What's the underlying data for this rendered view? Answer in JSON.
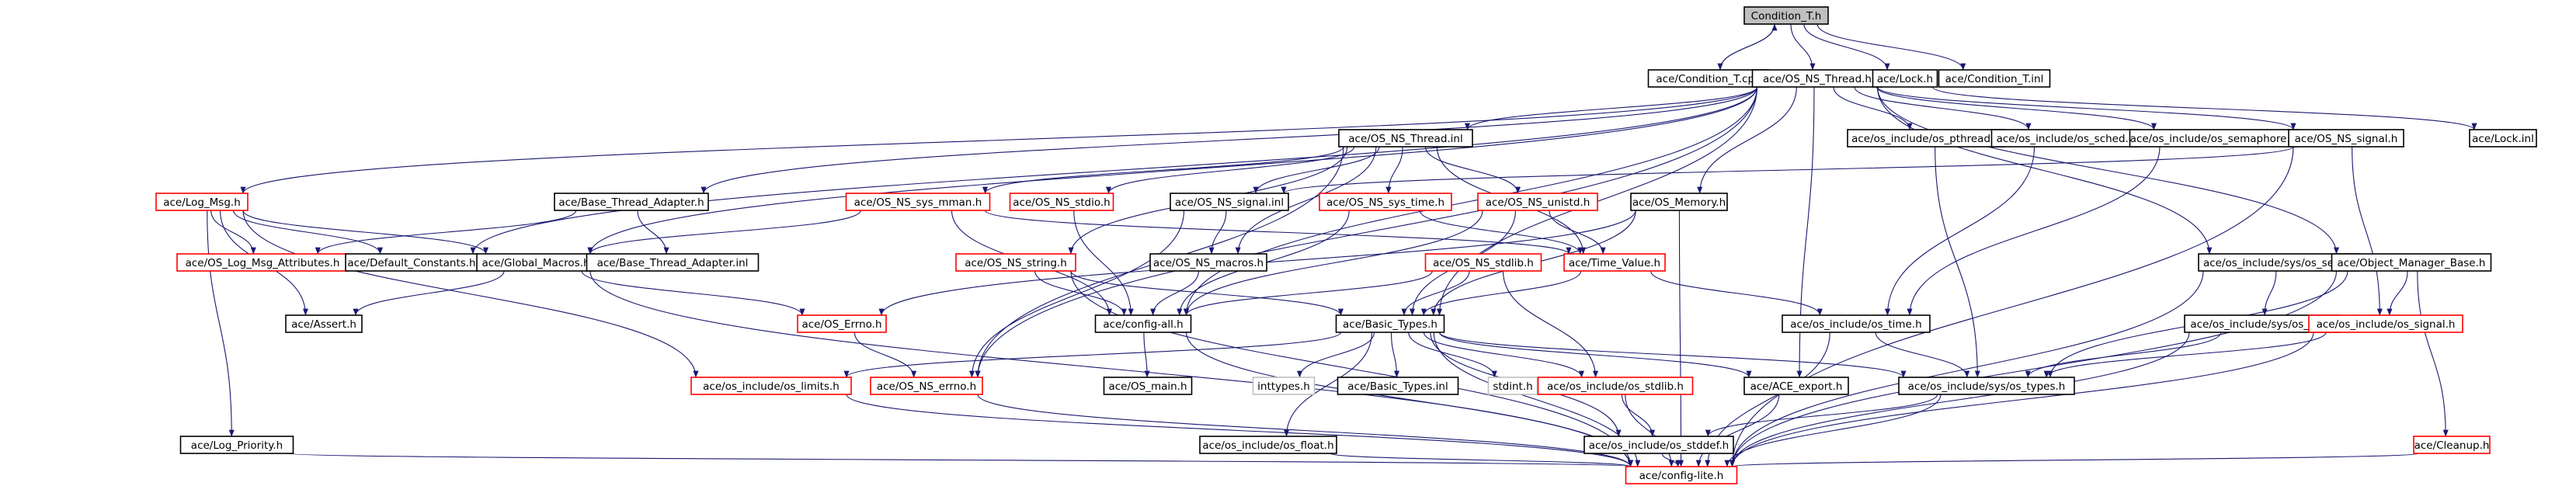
{
  "colors": {
    "edge": "#191970",
    "normal_border": "#000000",
    "missing_border": "#ff0000",
    "root_fill": "#bfbfbf",
    "node_fill": "#ffffff",
    "light_border": "#bfbfbf"
  },
  "nodes": [
    {
      "id": "root",
      "label": "Condition_T.h",
      "style": "root"
    },
    {
      "id": "cond_cpp",
      "label": "ace/Condition_T.cpp",
      "style": "normal"
    },
    {
      "id": "osns_thread_h",
      "label": "ace/OS_NS_Thread.h",
      "style": "normal"
    },
    {
      "id": "lock_h",
      "label": "ace/Lock.h",
      "style": "normal"
    },
    {
      "id": "cond_inl",
      "label": "ace/Condition_T.inl",
      "style": "normal"
    },
    {
      "id": "osns_thread_inl",
      "label": "ace/OS_NS_Thread.inl",
      "style": "normal"
    },
    {
      "id": "pthread",
      "label": "ace/os_include/os_pthread.h",
      "style": "normal"
    },
    {
      "id": "sched",
      "label": "ace/os_include/os_sched.h",
      "style": "normal"
    },
    {
      "id": "semaphore",
      "label": "ace/os_include/os_semaphore.h",
      "style": "normal"
    },
    {
      "id": "osns_signal_h",
      "label": "ace/OS_NS_signal.h",
      "style": "normal"
    },
    {
      "id": "lock_inl",
      "label": "ace/Lock.inl",
      "style": "normal"
    },
    {
      "id": "log_msg",
      "label": "ace/Log_Msg.h",
      "style": "missing"
    },
    {
      "id": "base_thread",
      "label": "ace/Base_Thread_Adapter.h",
      "style": "normal"
    },
    {
      "id": "sys_mman",
      "label": "ace/OS_NS_sys_mman.h",
      "style": "missing"
    },
    {
      "id": "stdio",
      "label": "ace/OS_NS_stdio.h",
      "style": "missing"
    },
    {
      "id": "signal_inl",
      "label": "ace/OS_NS_signal.inl",
      "style": "normal"
    },
    {
      "id": "sys_time",
      "label": "ace/OS_NS_sys_time.h",
      "style": "missing"
    },
    {
      "id": "unistd",
      "label": "ace/OS_NS_unistd.h",
      "style": "missing"
    },
    {
      "id": "os_memory",
      "label": "ace/OS_Memory.h",
      "style": "normal"
    },
    {
      "id": "sys_sem",
      "label": "ace/os_include/sys/os_sem.h",
      "style": "normal"
    },
    {
      "id": "obj_mgr",
      "label": "ace/Object_Manager_Base.h",
      "style": "normal"
    },
    {
      "id": "log_msg_attr",
      "label": "ace/OS_Log_Msg_Attributes.h",
      "style": "missing"
    },
    {
      "id": "default_const",
      "label": "ace/Default_Constants.h",
      "style": "normal"
    },
    {
      "id": "global_macros",
      "label": "ace/Global_Macros.h",
      "style": "normal"
    },
    {
      "id": "base_thread_inl",
      "label": "ace/Base_Thread_Adapter.inl",
      "style": "normal"
    },
    {
      "id": "ns_string",
      "label": "ace/OS_NS_string.h",
      "style": "missing"
    },
    {
      "id": "ns_macros",
      "label": "ace/OS_NS_macros.h",
      "style": "normal"
    },
    {
      "id": "stdlib_ns",
      "label": "ace/OS_NS_stdlib.h",
      "style": "missing"
    },
    {
      "id": "time_value",
      "label": "ace/Time_Value.h",
      "style": "missing"
    },
    {
      "id": "sys_ipc",
      "label": "ace/os_include/sys/os_ipc.h",
      "style": "normal"
    },
    {
      "id": "os_signal",
      "label": "ace/os_include/os_signal.h",
      "style": "missing"
    },
    {
      "id": "assert",
      "label": "ace/Assert.h",
      "style": "normal"
    },
    {
      "id": "os_errno",
      "label": "ace/OS_Errno.h",
      "style": "missing"
    },
    {
      "id": "config_all",
      "label": "ace/config-all.h",
      "style": "normal"
    },
    {
      "id": "basic_types",
      "label": "ace/Basic_Types.h",
      "style": "normal"
    },
    {
      "id": "os_time",
      "label": "ace/os_include/os_time.h",
      "style": "normal"
    },
    {
      "id": "os_limits",
      "label": "ace/os_include/os_limits.h",
      "style": "missing"
    },
    {
      "id": "ns_errno",
      "label": "ace/OS_NS_errno.h",
      "style": "missing"
    },
    {
      "id": "os_main",
      "label": "ace/OS_main.h",
      "style": "normal"
    },
    {
      "id": "inttypes",
      "label": "inttypes.h",
      "style": "light"
    },
    {
      "id": "basic_types_inl",
      "label": "ace/Basic_Types.inl",
      "style": "normal"
    },
    {
      "id": "stdint",
      "label": "stdint.h",
      "style": "light"
    },
    {
      "id": "os_stdlib",
      "label": "ace/os_include/os_stdlib.h",
      "style": "missing"
    },
    {
      "id": "ace_export",
      "label": "ace/ACE_export.h",
      "style": "normal"
    },
    {
      "id": "sys_types",
      "label": "ace/os_include/sys/os_types.h",
      "style": "normal"
    },
    {
      "id": "log_priority",
      "label": "ace/Log_Priority.h",
      "style": "normal"
    },
    {
      "id": "os_float",
      "label": "ace/os_include/os_float.h",
      "style": "normal"
    },
    {
      "id": "os_stddef",
      "label": "ace/os_include/os_stddef.h",
      "style": "normal"
    },
    {
      "id": "cleanup",
      "label": "ace/Cleanup.h",
      "style": "missing"
    },
    {
      "id": "config_lite",
      "label": "ace/config-lite.h",
      "style": "missing"
    }
  ],
  "edges": [
    [
      "root",
      "cond_cpp"
    ],
    [
      "cond_cpp",
      "root"
    ],
    [
      "root",
      "osns_thread_h"
    ],
    [
      "root",
      "lock_h"
    ],
    [
      "root",
      "cond_inl"
    ],
    [
      "lock_h",
      "lock_inl"
    ],
    [
      "osns_thread_h",
      "osns_thread_inl"
    ],
    [
      "osns_thread_h",
      "pthread"
    ],
    [
      "osns_thread_h",
      "sched"
    ],
    [
      "osns_thread_h",
      "semaphore"
    ],
    [
      "osns_thread_h",
      "osns_signal_h"
    ],
    [
      "osns_thread_h",
      "log_msg"
    ],
    [
      "osns_thread_h",
      "base_thread"
    ],
    [
      "osns_thread_h",
      "os_memory"
    ],
    [
      "osns_thread_h",
      "sys_sem"
    ],
    [
      "osns_thread_h",
      "obj_mgr"
    ],
    [
      "osns_thread_h",
      "global_macros"
    ],
    [
      "osns_thread_h",
      "default_const"
    ],
    [
      "osns_thread_h",
      "config_all"
    ],
    [
      "osns_thread_h",
      "basic_types"
    ],
    [
      "osns_thread_h",
      "ace_export"
    ],
    [
      "osns_thread_h",
      "ns_errno"
    ],
    [
      "osns_thread_inl",
      "sys_mman"
    ],
    [
      "osns_thread_inl",
      "stdio"
    ],
    [
      "osns_thread_inl",
      "signal_inl"
    ],
    [
      "osns_thread_inl",
      "sys_time"
    ],
    [
      "osns_thread_inl",
      "unistd"
    ],
    [
      "osns_thread_inl",
      "ns_string"
    ],
    [
      "osns_thread_inl",
      "ns_macros"
    ],
    [
      "osns_thread_inl",
      "ns_errno"
    ],
    [
      "osns_thread_inl",
      "time_value"
    ],
    [
      "osns_signal_h",
      "signal_inl"
    ],
    [
      "osns_signal_h",
      "os_signal"
    ],
    [
      "osns_signal_h",
      "config_lite"
    ],
    [
      "log_msg",
      "log_msg_attr"
    ],
    [
      "log_msg",
      "default_const"
    ],
    [
      "log_msg",
      "global_macros"
    ],
    [
      "log_msg",
      "assert"
    ],
    [
      "log_msg",
      "log_priority"
    ],
    [
      "log_msg",
      "os_limits"
    ],
    [
      "base_thread",
      "log_msg_attr"
    ],
    [
      "base_thread",
      "base_thread_inl"
    ],
    [
      "sys_mman",
      "global_macros"
    ],
    [
      "sys_mman",
      "time_value"
    ],
    [
      "sys_mman",
      "config_all"
    ],
    [
      "stdio",
      "config_all"
    ],
    [
      "signal_inl",
      "ns_macros"
    ],
    [
      "signal_inl",
      "ns_errno"
    ],
    [
      "sys_time",
      "time_value"
    ],
    [
      "sys_time",
      "config_all"
    ],
    [
      "unistd",
      "time_value"
    ],
    [
      "unistd",
      "basic_types"
    ],
    [
      "unistd",
      "config_all"
    ],
    [
      "os_memory",
      "os_errno"
    ],
    [
      "os_memory",
      "basic_types"
    ],
    [
      "os_memory",
      "config_lite"
    ],
    [
      "sys_sem",
      "sys_ipc"
    ],
    [
      "sys_sem",
      "config_lite"
    ],
    [
      "semaphore",
      "os_time"
    ],
    [
      "sched",
      "os_time"
    ],
    [
      "pthread",
      "sys_types"
    ],
    [
      "obj_mgr",
      "os_signal"
    ],
    [
      "obj_mgr",
      "sys_types"
    ],
    [
      "obj_mgr",
      "cleanup"
    ],
    [
      "obj_mgr",
      "config_lite"
    ],
    [
      "global_macros",
      "os_errno"
    ],
    [
      "global_macros",
      "assert"
    ],
    [
      "global_macros",
      "config_lite"
    ],
    [
      "ns_string",
      "basic_types"
    ],
    [
      "ns_string",
      "config_all"
    ],
    [
      "ns_string",
      "config_lite"
    ],
    [
      "ns_macros",
      "config_all"
    ],
    [
      "stdlib_ns",
      "basic_types"
    ],
    [
      "stdlib_ns",
      "os_stdlib"
    ],
    [
      "stdlib_ns",
      "config_all"
    ],
    [
      "time_value",
      "basic_types"
    ],
    [
      "time_value",
      "os_time"
    ],
    [
      "sys_ipc",
      "sys_types"
    ],
    [
      "sys_ipc",
      "config_lite"
    ],
    [
      "os_signal",
      "sys_types"
    ],
    [
      "os_signal",
      "config_lite"
    ],
    [
      "os_errno",
      "ns_errno"
    ],
    [
      "config_all",
      "os_main"
    ],
    [
      "config_all",
      "config_lite"
    ],
    [
      "basic_types",
      "inttypes"
    ],
    [
      "basic_types",
      "basic_types_inl"
    ],
    [
      "basic_types",
      "stdint"
    ],
    [
      "basic_types",
      "os_stdlib"
    ],
    [
      "basic_types",
      "ace_export"
    ],
    [
      "basic_types",
      "sys_types"
    ],
    [
      "basic_types",
      "os_limits"
    ],
    [
      "basic_types",
      "os_float"
    ],
    [
      "basic_types",
      "os_stddef"
    ],
    [
      "basic_types",
      "config_lite"
    ],
    [
      "os_time",
      "sys_types"
    ],
    [
      "os_time",
      "config_lite"
    ],
    [
      "os_limits",
      "config_lite"
    ],
    [
      "ns_errno",
      "config_lite"
    ],
    [
      "os_stdlib",
      "os_stddef"
    ],
    [
      "os_stdlib",
      "config_lite"
    ],
    [
      "ace_export",
      "config_lite"
    ],
    [
      "sys_types",
      "os_stddef"
    ],
    [
      "sys_types",
      "config_lite"
    ],
    [
      "log_priority",
      "config_lite"
    ],
    [
      "os_float",
      "config_lite"
    ],
    [
      "os_stddef",
      "config_lite"
    ],
    [
      "cleanup",
      "config_lite"
    ]
  ]
}
